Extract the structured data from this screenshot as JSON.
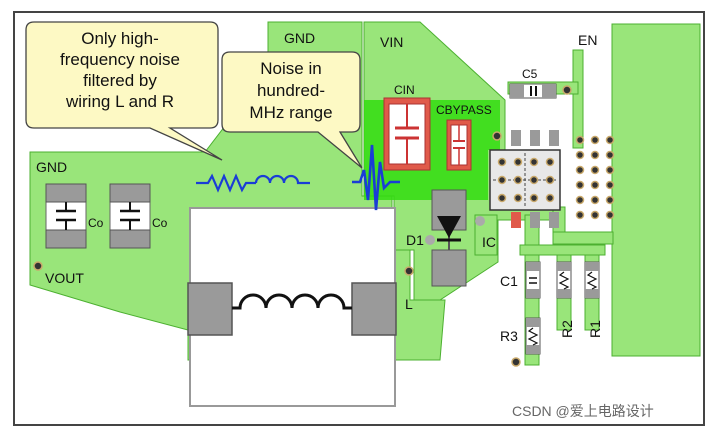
{
  "callouts": {
    "wiring": [
      "Only high-",
      "frequency noise",
      "filtered by",
      "wiring L and R"
    ],
    "noise": [
      "Noise in",
      "hundred-",
      "MHz range"
    ]
  },
  "labels": {
    "gnd_top": "GND",
    "gnd_left": "GND",
    "vin": "VIN",
    "en": "EN",
    "vout": "VOUT",
    "co1": "Co",
    "co2": "Co",
    "cin": "CIN",
    "cbypass": "CBYPASS",
    "c5": "C5",
    "d1": "D1",
    "ic": "IC",
    "l": "L",
    "c1": "C1",
    "r3": "R3",
    "r2": "R2",
    "r1": "R1"
  },
  "watermark": "CSDN @爱上电路设计",
  "colors": {
    "board_bg": "#ffffff",
    "copper": "#99e57a",
    "copper_bright": "#33dd11",
    "copper_edge": "#4cb030",
    "border": "#444444",
    "callout_fill": "#fdf9c4",
    "pad_gray": "#9a9a9a",
    "red_part": "#e05a4a",
    "noise_blue": "#1a3dd6"
  }
}
